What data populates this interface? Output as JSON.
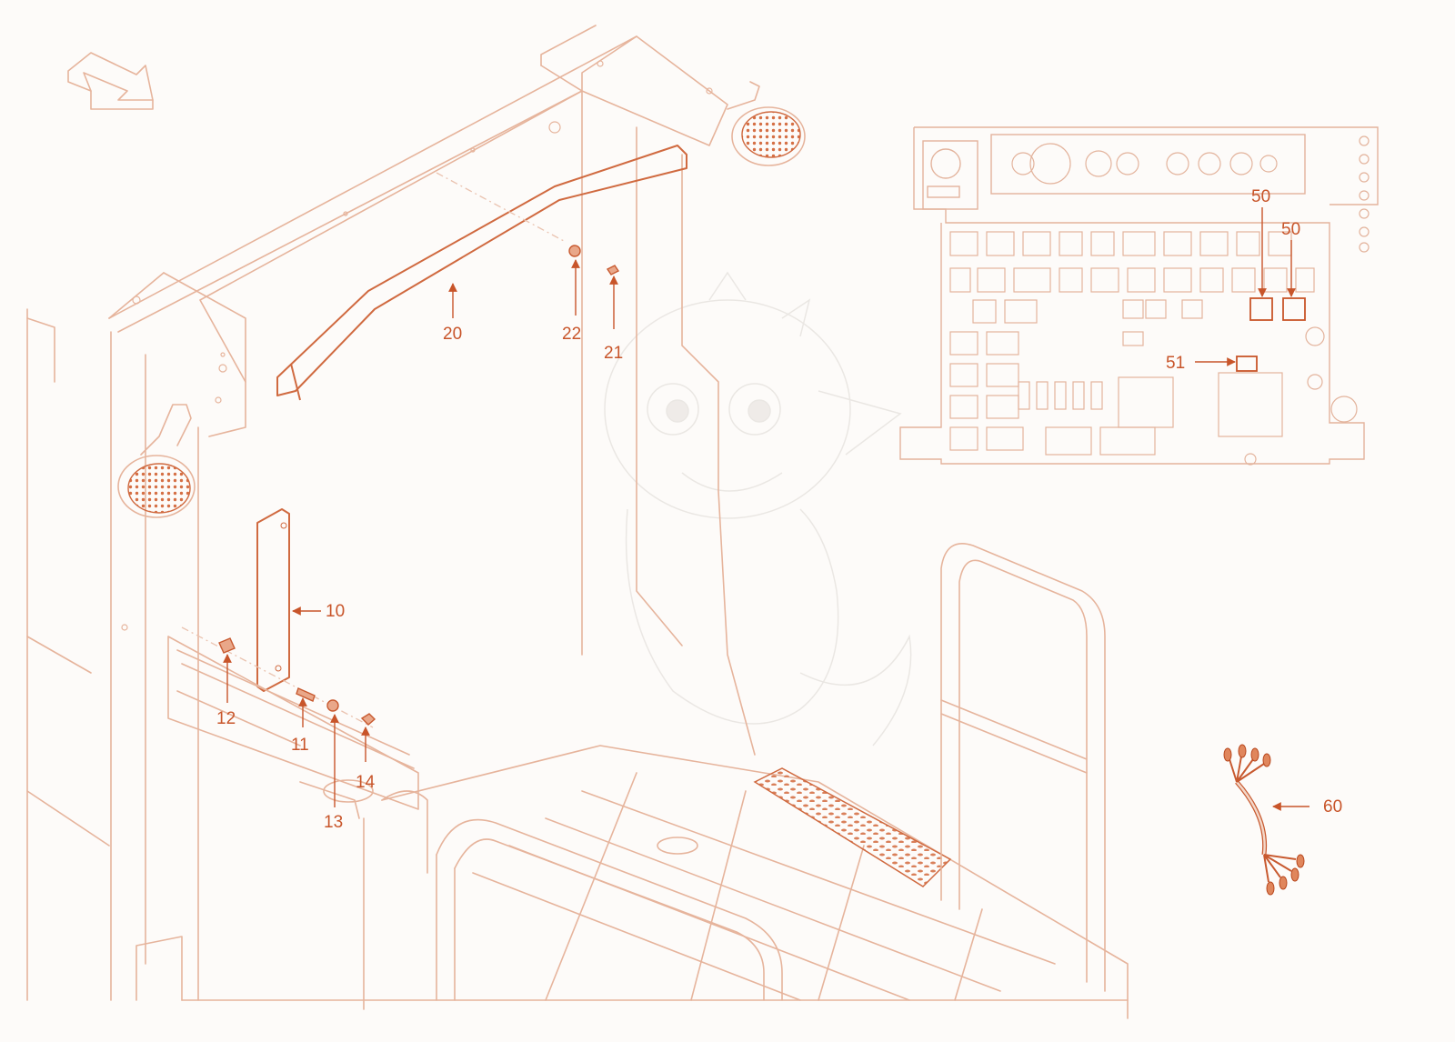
{
  "figure": {
    "accent_color": "#c8552a",
    "line_color": "#e6b49c",
    "background": "#fdfbf9"
  },
  "callouts": {
    "c10": "10",
    "c11": "11",
    "c12": "12",
    "c13": "13",
    "c14": "14",
    "c20": "20",
    "c21": "21",
    "c22": "22",
    "c50a": "50",
    "c50b": "50",
    "c51": "51",
    "c60": "60"
  },
  "icons": {
    "orientation": "direction-arrow-icon",
    "watermark": "dragon-watermark-icon"
  }
}
